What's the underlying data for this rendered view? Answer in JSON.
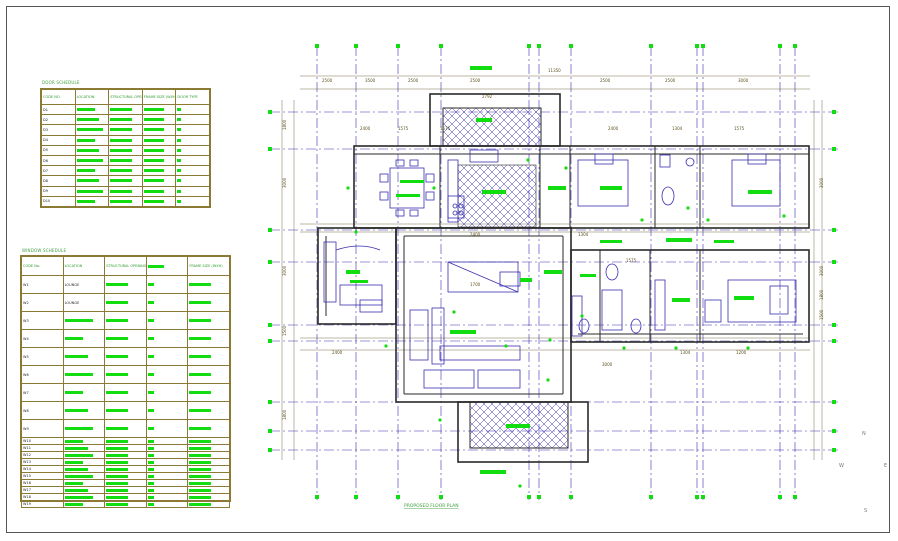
{
  "door_schedule": {
    "title": "DOOR SCHEDULE",
    "columns": [
      "CODE NO.",
      "LOCATION",
      "STRUCTURAL OPENING (WXH)",
      "FRAME SIZE (WXH)",
      "DOOR TYPE"
    ],
    "codes": [
      "D1",
      "D2",
      "D3",
      "D4",
      "D5",
      "D6",
      "D7",
      "D8",
      "D9",
      "D10"
    ]
  },
  "window_schedule": {
    "title": "WINDOW SCHEDULE",
    "columns": [
      "CODE No.",
      "LOCATION",
      "STRUCTURAL OPENING (WXH)",
      "",
      "FRAME SIZE (WXH)"
    ],
    "rows": [
      {
        "code": "W1",
        "location": "LOUNGE"
      },
      {
        "code": "W2",
        "location": "LOUNGE"
      },
      {
        "code": "W3",
        "location": ""
      },
      {
        "code": "W4",
        "location": ""
      },
      {
        "code": "W5",
        "location": ""
      },
      {
        "code": "W6",
        "location": ""
      },
      {
        "code": "W7",
        "location": ""
      },
      {
        "code": "W8",
        "location": ""
      },
      {
        "code": "W9",
        "location": ""
      },
      {
        "code": "W10",
        "location": ""
      },
      {
        "code": "W11",
        "location": ""
      },
      {
        "code": "W12",
        "location": ""
      },
      {
        "code": "W13",
        "location": ""
      },
      {
        "code": "W14",
        "location": ""
      },
      {
        "code": "W15",
        "location": ""
      },
      {
        "code": "W16",
        "location": ""
      },
      {
        "code": "W17",
        "location": ""
      },
      {
        "code": "W18",
        "location": ""
      },
      {
        "code": "W19",
        "location": ""
      }
    ]
  },
  "plan": {
    "caption": "PROPOSED FLOOR PLAN",
    "top_dims": [
      "2500",
      "3500",
      "2500",
      "2500",
      "2500",
      "2500",
      "3000"
    ],
    "top_total": "11350",
    "left_dims": [
      "1800",
      "3000",
      "3000",
      "1500",
      "1800"
    ],
    "right_dims": [
      "3000",
      "3000",
      "1500",
      "1800"
    ],
    "inner_dims": [
      "2792",
      "2400",
      "1575",
      "1575",
      "2400",
      "1304",
      "1575",
      "2400",
      "1304",
      "1575",
      "1700",
      "2400",
      "1200",
      "1304"
    ],
    "bottom_dims": [
      "3000"
    ],
    "compass": {
      "n": "N",
      "w": "W",
      "e": "E",
      "s": "S"
    }
  },
  "colors": {
    "grid": "#3a2fb0",
    "wall": "#2a2a2a",
    "furniture": "#3a2fb0",
    "label": "#11dd11",
    "dim": "#5a4e1c"
  }
}
